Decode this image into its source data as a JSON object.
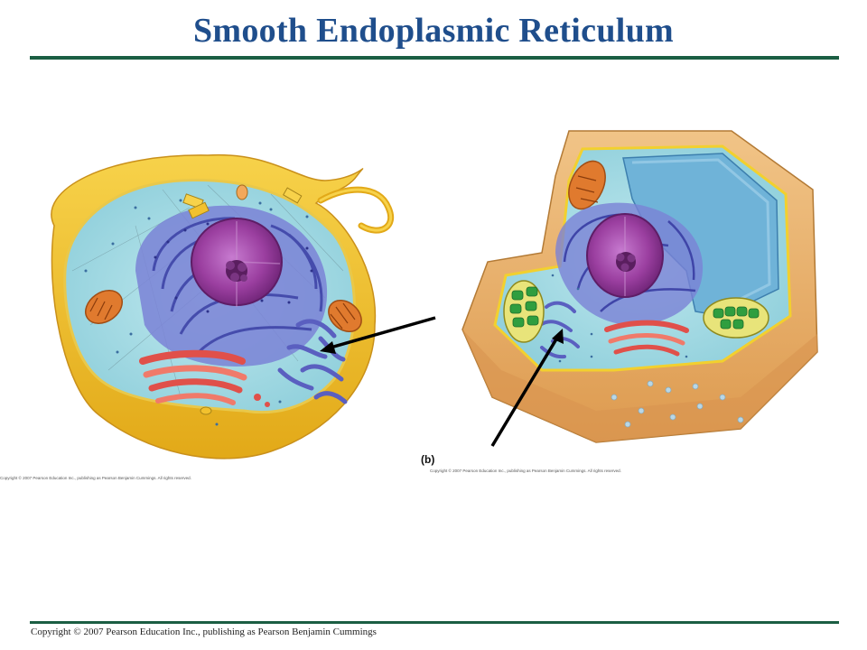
{
  "slide": {
    "title": "Smooth Endoplasmic Reticulum",
    "copyright": "Copyright © 2007 Pearson Education Inc., publishing as Pearson Benjamin Cummings"
  },
  "figure_a": {
    "credit": "Copyright © 2007 Pearson Education Inc., publishing as Pearson Benjamin Cummings. All rights reserved."
  },
  "figure_b": {
    "label": "(b)",
    "credit": "Copyright © 2007 Pearson Education Inc., publishing as Pearson Benjamin Cummings. All rights reserved."
  },
  "colors": {
    "title": "#1f4e8c",
    "rule": "#1b5e43",
    "membrane_animal": "#f2c12e",
    "cytoplasm": "#a9dce5",
    "nucleus": "#9b3fa0",
    "er": "#5a5fc0",
    "golgi": "#e0504a",
    "mitochondria": "#e07a2e",
    "cell_wall": "#e8b06a",
    "vacuole": "#6fb3d8",
    "chloroplast": "#2f9e3f"
  }
}
